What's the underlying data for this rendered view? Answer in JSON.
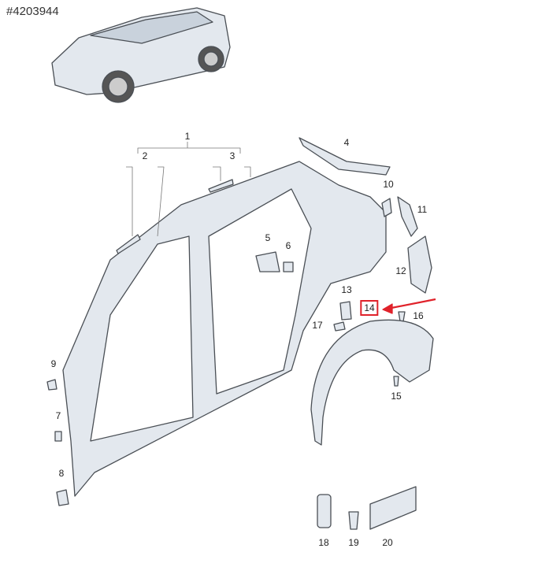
{
  "part_number": "#4203944",
  "callouts": [
    "1",
    "2",
    "3",
    "4",
    "5",
    "6",
    "7",
    "8",
    "9",
    "10",
    "11",
    "12",
    "13",
    "14",
    "15",
    "16",
    "17",
    "18",
    "19",
    "20"
  ],
  "highlighted_callout": "14",
  "colors": {
    "highlight": "#e0222a",
    "part_fill": "#e3e8ee",
    "outline": "#4a4f55"
  }
}
